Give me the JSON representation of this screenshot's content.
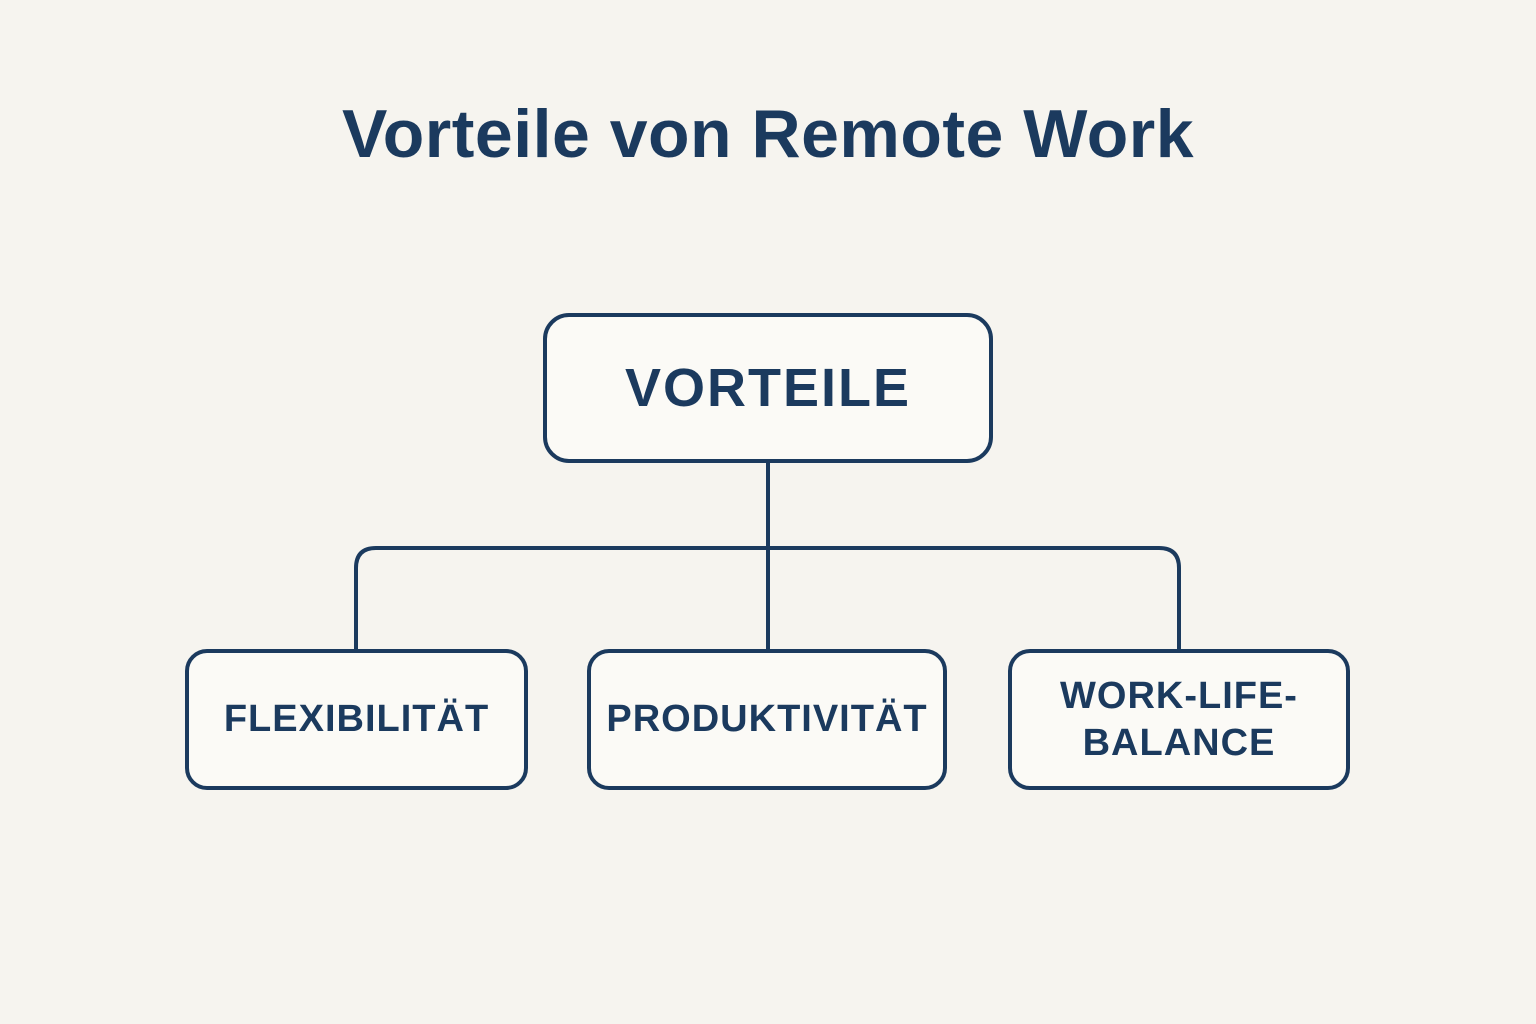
{
  "title": "Vorteile von Remote Work",
  "diagram": {
    "root": {
      "label": "VORTEILE"
    },
    "children": [
      {
        "label": "FLEXIBILITÄT"
      },
      {
        "label": "PRODUKTIVITÄT"
      },
      {
        "label": "WORK-LIFE-BALANCE"
      }
    ]
  },
  "colors": {
    "accent": "#1b3a5e",
    "background": "#f6f4ef",
    "box_fill": "#fbfaf6"
  }
}
